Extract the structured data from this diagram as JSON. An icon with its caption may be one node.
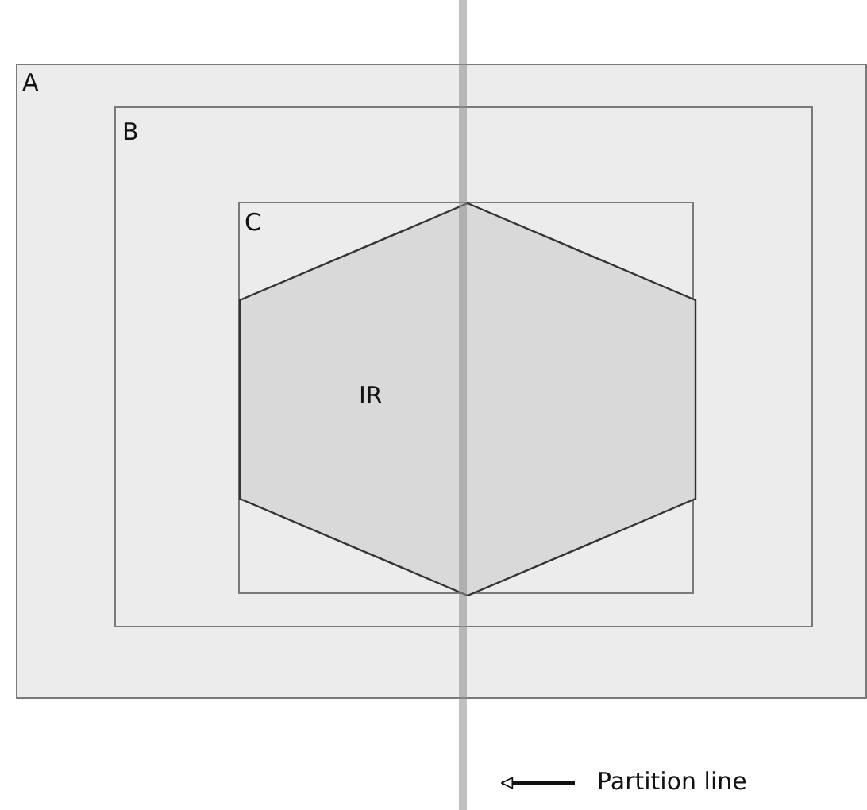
{
  "diagram": {
    "nodes": [
      {
        "text": [
          "A"
        ]
      },
      {
        "text": [
          "B"
        ],
        "in": 0
      },
      {
        "text": [
          "C"
        ],
        "in": 1
      },
      {
        "text": [
          "IR"
        ],
        "in": 2
      },
      {
        "text": [],
        "shape": "line"
      },
      {
        "text": [
          "Partition line"
        ]
      }
    ],
    "edges": [
      {
        "from": 5,
        "to": 4,
        "arrow": "to"
      }
    ]
  }
}
